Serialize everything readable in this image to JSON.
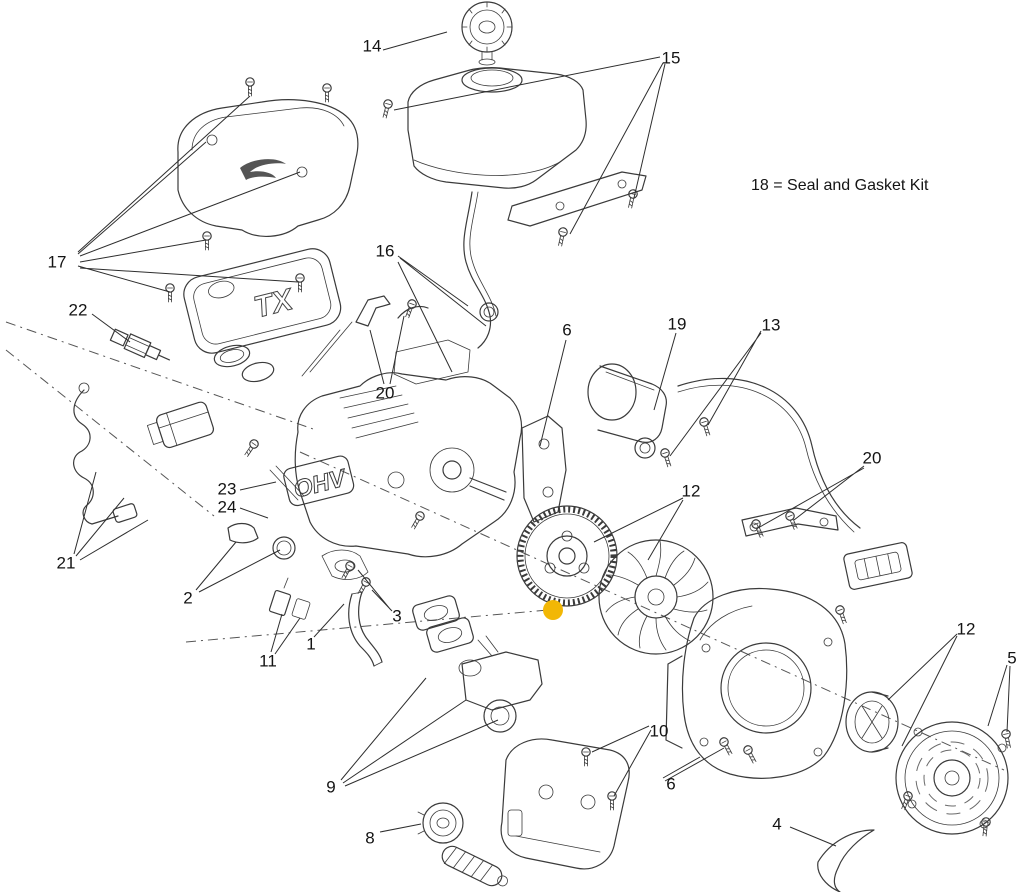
{
  "note": "18 = Seal and Gasket Kit",
  "markings": {
    "engine_block": "OHV",
    "valve_cover": "TX"
  },
  "highlight": {
    "color": "#F2B705"
  },
  "callouts": [
    {
      "label": "14"
    },
    {
      "label": "15"
    },
    {
      "label": "17"
    },
    {
      "label": "16"
    },
    {
      "label": "22"
    },
    {
      "label": "6"
    },
    {
      "label": "19"
    },
    {
      "label": "13"
    },
    {
      "label": "20"
    },
    {
      "label": "20"
    },
    {
      "label": "23"
    },
    {
      "label": "24"
    },
    {
      "label": "21"
    },
    {
      "label": "2"
    },
    {
      "label": "12"
    },
    {
      "label": "12"
    },
    {
      "label": "5"
    },
    {
      "label": "11"
    },
    {
      "label": "1"
    },
    {
      "label": "3"
    },
    {
      "label": "10"
    },
    {
      "label": "6"
    },
    {
      "label": "9"
    },
    {
      "label": "8"
    },
    {
      "label": "4"
    }
  ]
}
